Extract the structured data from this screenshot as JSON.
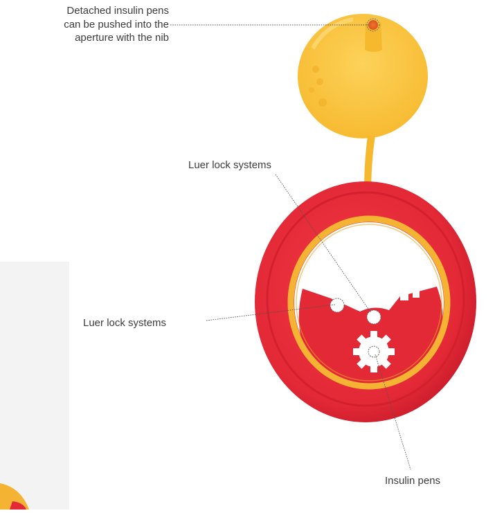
{
  "labels": {
    "detached_line1": "Detached insulin pens",
    "detached_line2": "can be pushed into the",
    "detached_line3": "aperture with the nib",
    "luer_top": "Luer lock systems",
    "luer_left": "Luer lock systems",
    "insulin": "Insulin pens"
  },
  "colors": {
    "lid_yellow": "#fbc63a",
    "ring_yellow": "#f5b334",
    "body_red": "#e32836",
    "body_red_dark": "#c61b2a",
    "nib_orange": "#e8642a",
    "leader_line": "#555555",
    "label_text": "#3c3c3c",
    "backdrop_grey": "#f3f3f3"
  }
}
